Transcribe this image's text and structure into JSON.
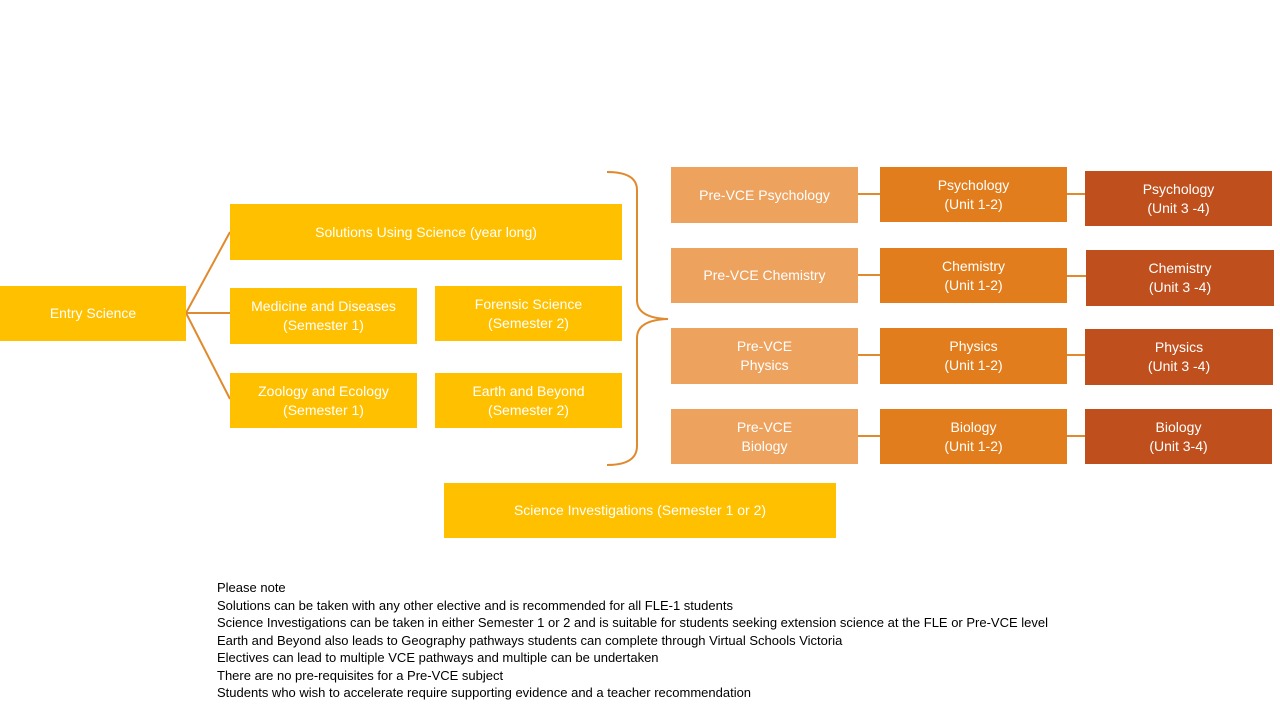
{
  "colors": {
    "entry": "#FFC000",
    "pre_vce": "#EDA25E",
    "unit_1_2": "#E17D1C",
    "unit_3_4": "#BF4F1C",
    "connector": "#E08A2E"
  },
  "entry": {
    "label": "Entry Science"
  },
  "electives": {
    "solutions": "Solutions Using Science (year long)",
    "medicine": "Medicine and Diseases\n(Semester 1)",
    "forensic": "Forensic Science\n(Semester 2)",
    "zoology": "Zoology and Ecology\n(Semester 1)",
    "earth": "Earth and Beyond\n(Semester 2)"
  },
  "investigations": "Science Investigations (Semester 1 or 2)",
  "pathways": [
    {
      "pre_vce": "Pre-VCE Psychology",
      "unit_1_2": "Psychology\n(Unit 1-2)",
      "unit_3_4": "Psychology\n(Unit 3 -4)"
    },
    {
      "pre_vce": "Pre-VCE Chemistry",
      "unit_1_2": "Chemistry\n(Unit 1-2)",
      "unit_3_4": "Chemistry\n(Unit 3 -4)"
    },
    {
      "pre_vce": "Pre-VCE\nPhysics",
      "unit_1_2": "Physics\n(Unit 1-2)",
      "unit_3_4": "Physics\n(Unit 3 -4)"
    },
    {
      "pre_vce": "Pre-VCE\nBiology",
      "unit_1_2": "Biology\n(Unit 1-2)",
      "unit_3_4": "Biology\n(Unit 3-4)"
    }
  ],
  "notes": {
    "heading": "Please note",
    "lines": [
      "Solutions can be taken with any other elective and is recommended for all FLE-1 students",
      "Science Investigations can be taken in either Semester 1 or 2 and is suitable for students seeking extension science at the FLE or Pre-VCE level",
      "Earth and Beyond also leads to Geography pathways students can complete through Virtual Schools Victoria",
      "Electives can lead to multiple VCE pathways and multiple can be undertaken",
      "There are no pre-requisites for a Pre-VCE subject",
      "Students who wish to accelerate require supporting evidence and a teacher recommendation"
    ]
  }
}
